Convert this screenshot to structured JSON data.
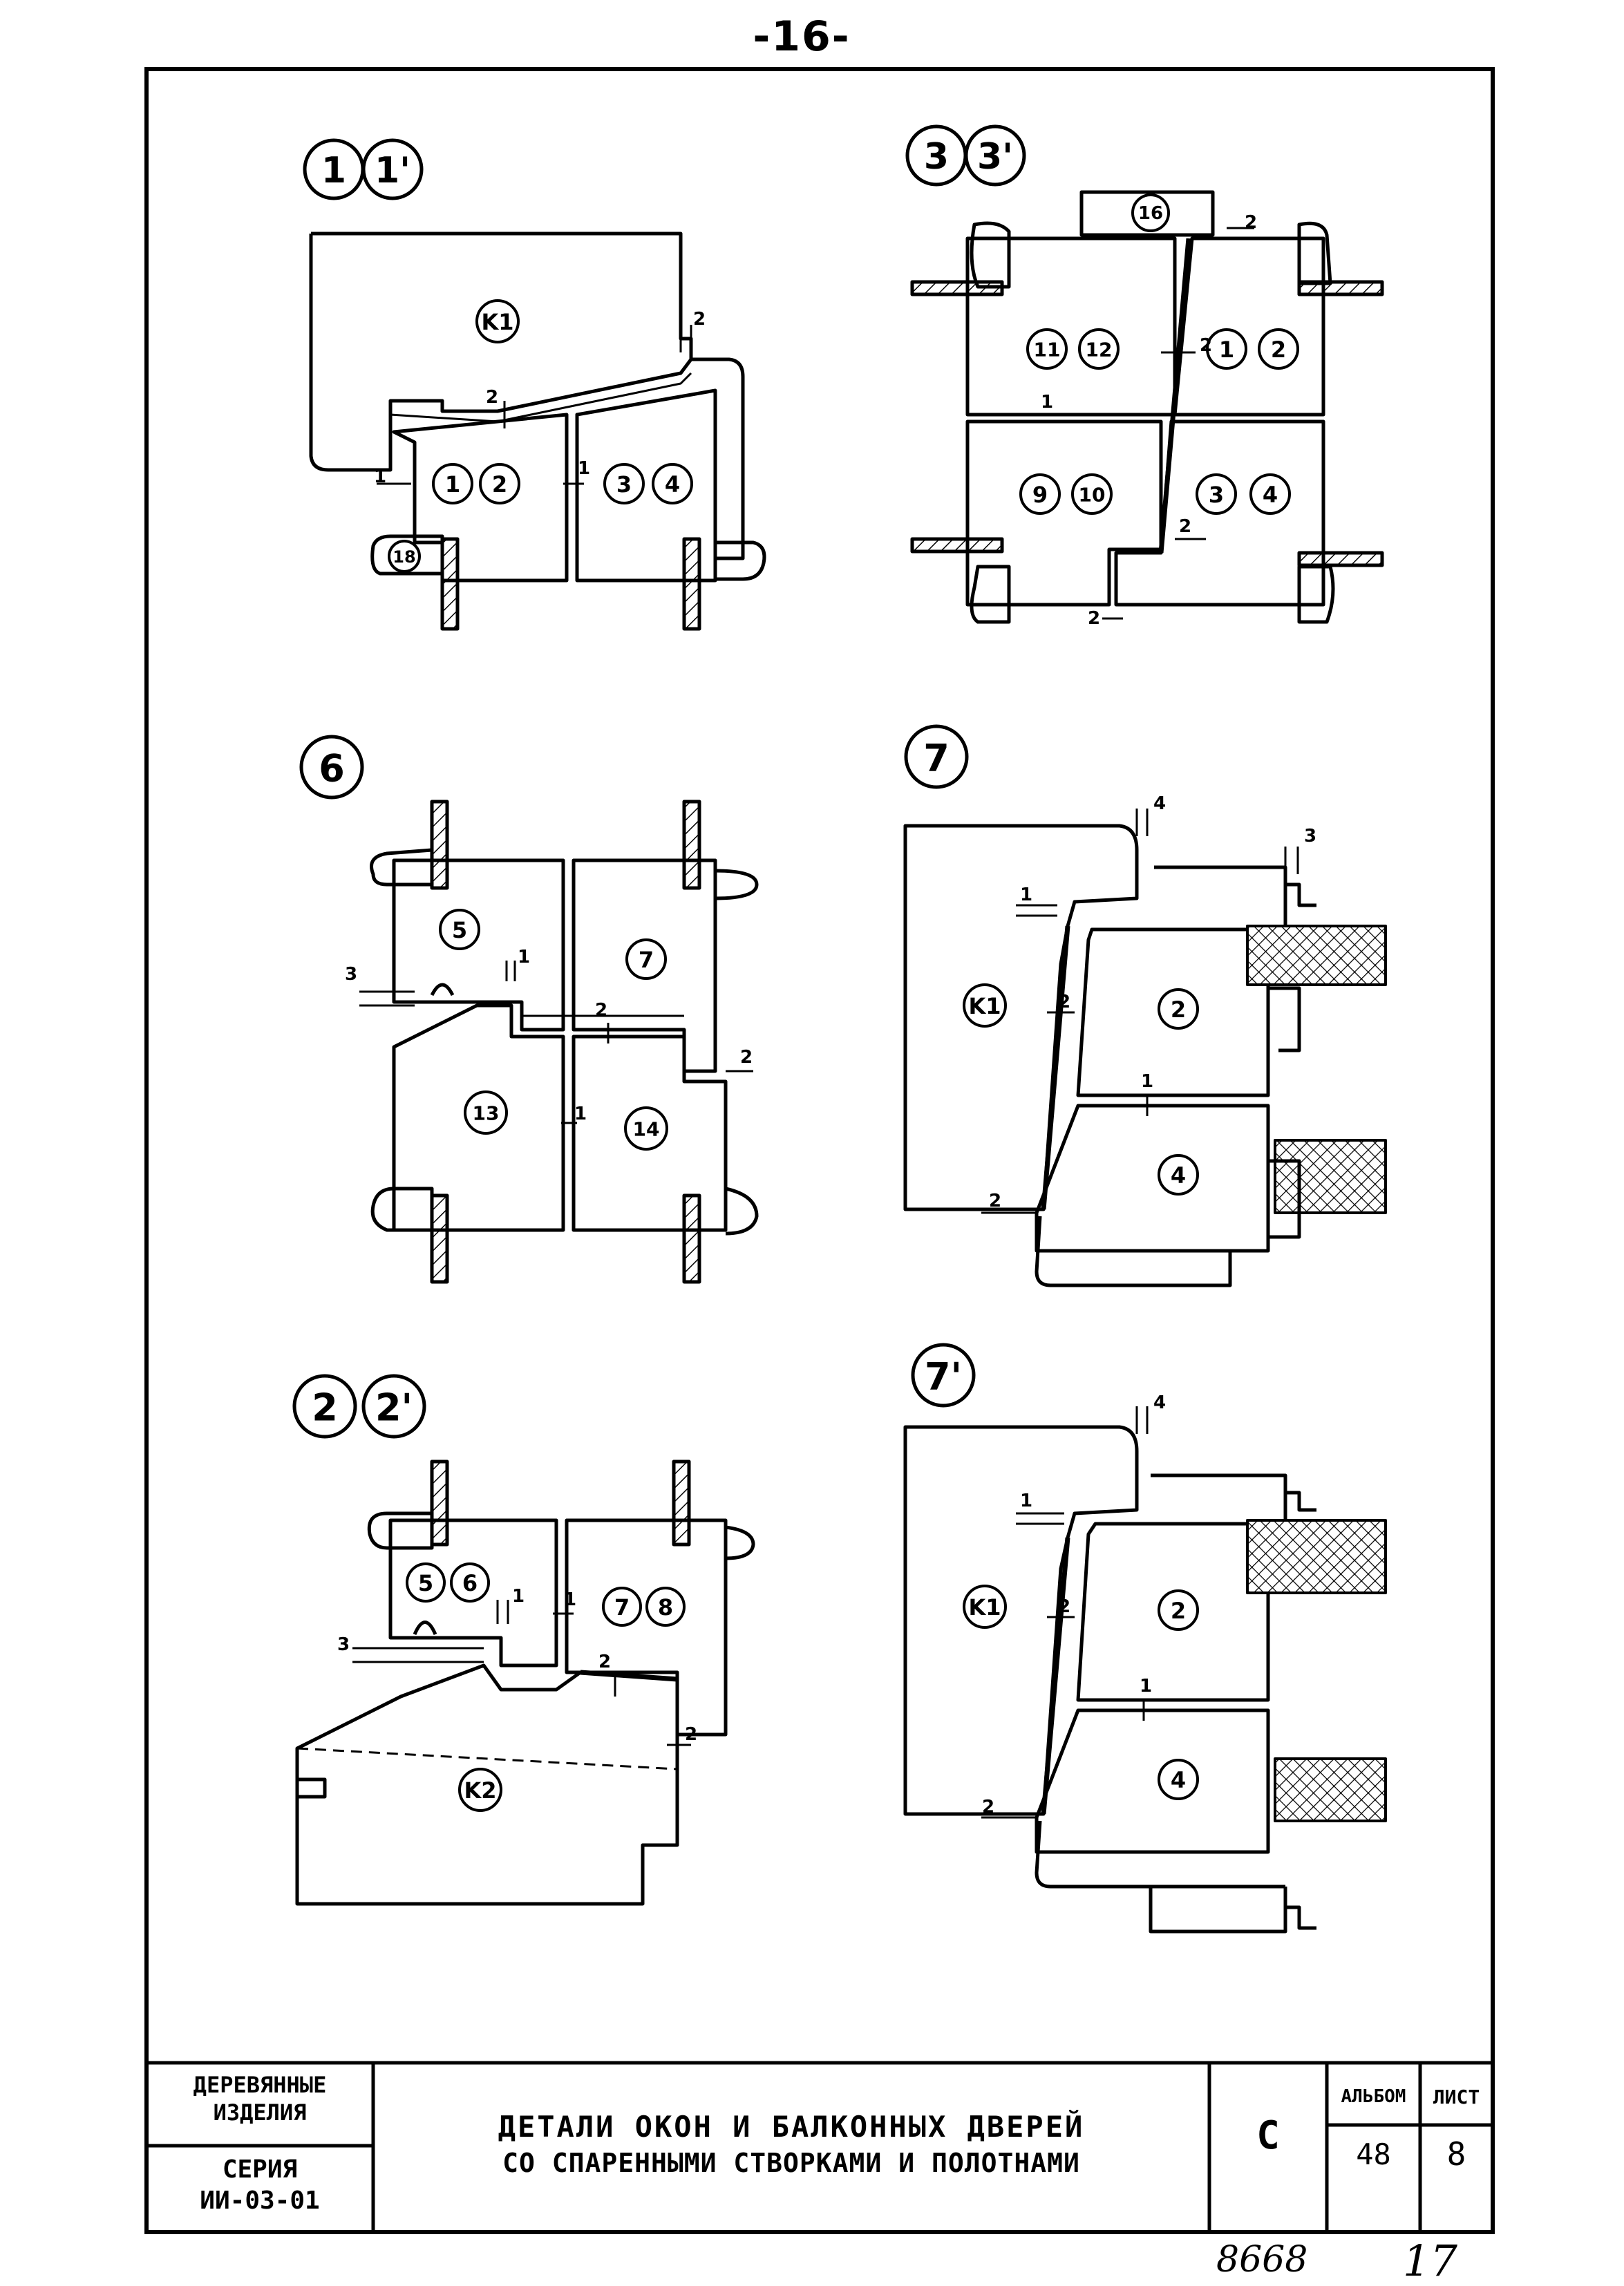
{
  "page_number": "-16-",
  "details": [
    {
      "marks": [
        "1",
        "1'"
      ],
      "labels": [
        "K1",
        "1",
        "2",
        "3",
        "4",
        "18"
      ],
      "dims": [
        "2",
        "2",
        "1",
        "1"
      ]
    },
    {
      "marks": [
        "3",
        "3'"
      ],
      "labels": [
        "16",
        "11",
        "12",
        "1",
        "2",
        "9",
        "10",
        "3",
        "4"
      ],
      "dims": [
        "2",
        "2",
        "2",
        "2",
        "1"
      ]
    },
    {
      "marks": [
        "6"
      ],
      "labels": [
        "5",
        "7",
        "13",
        "14"
      ],
      "dims": [
        "3",
        "1",
        "2",
        "1",
        "2"
      ]
    },
    {
      "marks": [
        "7"
      ],
      "labels": [
        "K1",
        "2",
        "4"
      ],
      "dims": [
        "4",
        "3",
        "1",
        "2",
        "1",
        "2"
      ]
    },
    {
      "marks": [
        "2",
        "2'"
      ],
      "labels": [
        "5",
        "6",
        "7",
        "8",
        "K2"
      ],
      "dims": [
        "3",
        "1",
        "1",
        "2",
        "2"
      ]
    },
    {
      "marks": [
        "7'"
      ],
      "labels": [
        "K1",
        "2",
        "4"
      ],
      "dims": [
        "4",
        "1",
        "2",
        "1",
        "2"
      ]
    }
  ],
  "title_block": {
    "category_line1": "ДЕРЕВЯННЫЕ",
    "category_line2": "ИЗДЕЛИЯ",
    "series_label": "СЕРИЯ",
    "series_code": "ИИ-03-01",
    "title_line1": "ДЕТАЛИ ОКОН И БАЛКОННЫХ ДВЕРЕЙ",
    "title_line2": "СО СПАРЕННЫМИ СТВОРКАМИ И ПОЛОТНАМИ",
    "stage": "С",
    "album_label": "АЛЬБОМ",
    "album_value": "48",
    "sheet_label": "ЛИСТ",
    "sheet_value": "8"
  },
  "footer": {
    "number": "8668",
    "sheet": "17"
  }
}
